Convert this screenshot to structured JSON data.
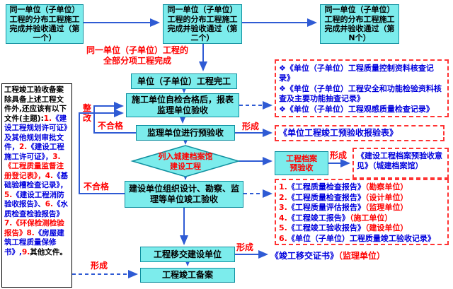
{
  "colors": {
    "box_fill": "#7cecec",
    "box_border": "#0f8f9f",
    "arrow_blue": "#2f5bd4",
    "text_red": "#ff0000",
    "text_blue": "#0000dd",
    "dashed_border_red": "#ff3333"
  },
  "top_row": {
    "boxes": [
      "同一单位（子单位）工程的分布工程施工完成并验收通过（第一个）",
      "同一单位（子单位）工程的分布工程施工完成并验收通过（第二个）",
      "同一单位（子单位）工程的分布工程施工完成并验收通过（第N个）"
    ]
  },
  "labels": {
    "all_complete": "同一单位（子单位）工程的全部分项工程完成",
    "rectify": "整改",
    "fail": "不合格",
    "form": "形成"
  },
  "flow": {
    "complete": "单位（子单位）工程完工",
    "self_check": "施工单位自检合格后，报表监理单位验收",
    "pre_check": "监理单位进行预验收",
    "archive_filter": "列入城建档案馆建设工程",
    "archive_pre": "工程档案预验收",
    "org_accept": "建设单位组织设计、勘察、监理等单位竣工验收",
    "handover": "工程移交建设单位",
    "record": "工程竣工备案"
  },
  "docs": {
    "group_a": {
      "bullet": "❖",
      "items": [
        "《单位（子单位）工程质量控制资料核查记录》",
        "《单位（子单位）工程安全和功能检验资料核查及主要功能抽查记录》",
        "《单位（子单位）工程观感质量检查记录》"
      ]
    },
    "pre_form": "《单位工程竣工预验收报验表》",
    "archive_opinion": "《建设工程档案预验收意见》（城建档案馆）",
    "group_d": {
      "items": [
        {
          "num": "1.",
          "title": "《工程质量检查报告》",
          "unit": "（勘察单位）"
        },
        {
          "num": "2.",
          "title": "《工程质量检查报告》",
          "unit": "（设计单位）"
        },
        {
          "num": "3.",
          "title": "《工程质量评估报告》",
          "unit": "（监理单位）"
        },
        {
          "num": "4.",
          "title": "《工程竣工报告》",
          "unit": "（施工单位）"
        },
        {
          "num": "5.",
          "title": "《工程竣工验收报告》",
          "unit": "（建设单位）"
        },
        {
          "num": "6.",
          "title": "《单位（子单位）工程质量竣工验收记录》",
          "unit": ""
        }
      ]
    },
    "handover_cert": {
      "title": "《竣工移交证书》",
      "unit": "（监理单位）"
    }
  },
  "left_note": {
    "segments": [
      {
        "t": "工程竣工验收备案除具备上述工程文件外,还应该有以下文件(主题):"
      },
      {
        "t": "1."
      },
      {
        "t": "《建设工程规划许可证》及其他规划审批文件，"
      },
      {
        "t": "2."
      },
      {
        "t": "《建设工程施工许可证》，"
      },
      {
        "t": "3."
      },
      {
        "t": "《工程质量监督注册登记表》，"
      },
      {
        "t": "4."
      },
      {
        "t": "《基础验槽检查记录》，"
      },
      {
        "t": "5."
      },
      {
        "t": "《建设工程消防验收报告》、"
      },
      {
        "t": "6."
      },
      {
        "t": "《水质检查检验报告》"
      },
      {
        "t": "7."
      },
      {
        "t": "《环保检测检验报告》"
      },
      {
        "t": "8."
      },
      {
        "t": "《房屋建筑工程质量保修书》,"
      },
      {
        "t": "9."
      },
      {
        "t": "其他文件。"
      }
    ]
  }
}
